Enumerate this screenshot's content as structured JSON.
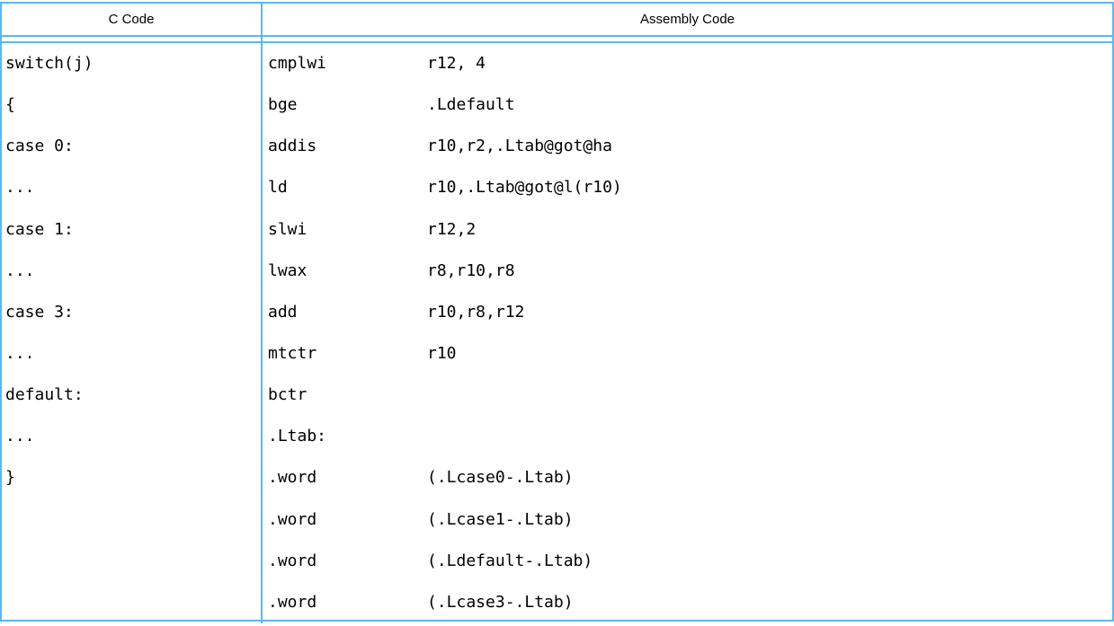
{
  "table": {
    "border_color": "#5ab9f0",
    "headers": {
      "c_code": "C Code",
      "assembly": "Assembly Code"
    },
    "c_code_lines": [
      "switch(j)",
      "{",
      "case 0:",
      "...",
      "case 1:",
      "...",
      "case 3:",
      "...",
      "default:",
      "...",
      "}"
    ],
    "assembly_lines": [
      {
        "mnemonic": "cmplwi",
        "operands": "r12, 4"
      },
      {
        "mnemonic": "bge",
        "operands": ".Ldefault"
      },
      {
        "mnemonic": "addis",
        "operands": "r10,r2,.Ltab@got@ha"
      },
      {
        "mnemonic": "ld",
        "operands": "r10,.Ltab@got@l(r10)"
      },
      {
        "mnemonic": "slwi",
        "operands": "r12,2"
      },
      {
        "mnemonic": "lwax",
        "operands": "r8,r10,r8"
      },
      {
        "mnemonic": "add",
        "operands": "r10,r8,r12"
      },
      {
        "mnemonic": "mtctr",
        "operands": "r10"
      },
      {
        "mnemonic": "bctr",
        "operands": ""
      },
      {
        "mnemonic": ".Ltab:",
        "operands": ""
      },
      {
        "mnemonic": ".word",
        "operands": "(.Lcase0-.Ltab)"
      },
      {
        "mnemonic": ".word",
        "operands": "(.Lcase1-.Ltab)"
      },
      {
        "mnemonic": ".word",
        "operands": "(.Ldefault-.Ltab)"
      },
      {
        "mnemonic": ".word",
        "operands": "(.Lcase3-.Ltab)"
      }
    ]
  }
}
